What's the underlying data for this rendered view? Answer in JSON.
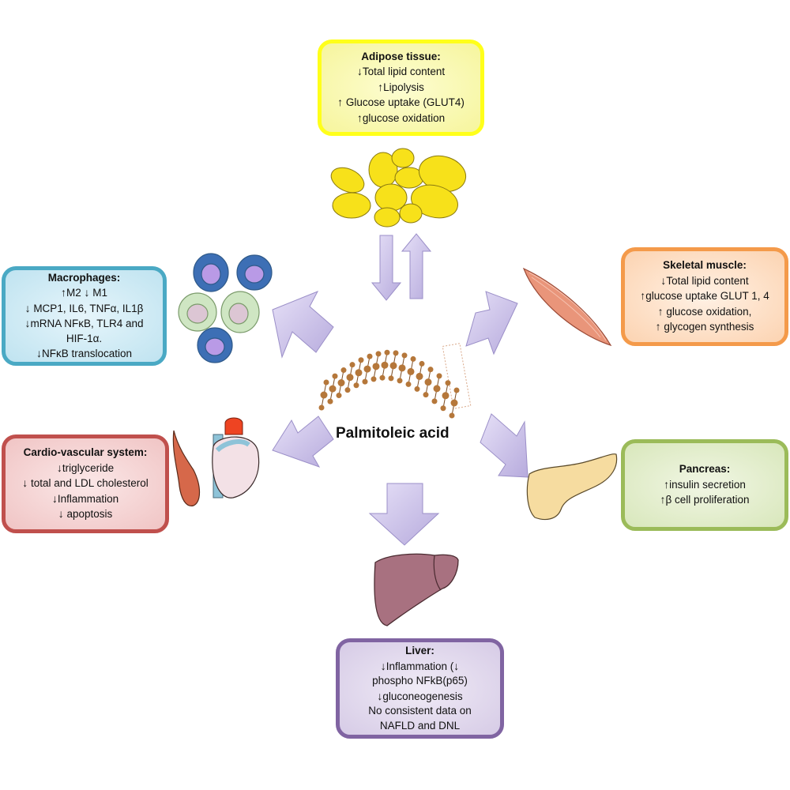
{
  "center": {
    "label": "Palmitoleic acid"
  },
  "boxes": {
    "adipose": {
      "title": "Adipose tissue:",
      "color": "#ffff1a",
      "lines": [
        {
          "arrow": "down",
          "text": "Total lipid content"
        },
        {
          "arrow": "up",
          "text": "Lipolysis"
        },
        {
          "arrow": "up",
          "text": " Glucose uptake (GLUT4)"
        },
        {
          "arrow": "up",
          "text": "glucose oxidation"
        }
      ]
    },
    "macrophages": {
      "title": "Macrophages:",
      "color": "#4aa9c4",
      "lines": [
        {
          "arrow": "up",
          "text": "M2 "
        },
        {
          "arrow": "down",
          "text": " M1"
        },
        {
          "arrow": "down",
          "text": " MCP1, IL6, TNFα, IL1β"
        },
        {
          "arrow": "down",
          "text": "mRNA NFκB, TLR4 and"
        },
        {
          "arrow": "",
          "text": "HIF-1α."
        },
        {
          "arrow": "down",
          "text": "NFκB translocation"
        }
      ]
    },
    "muscle": {
      "title": "Skeletal muscle:",
      "color": "#f49a4a",
      "lines": [
        {
          "arrow": "down",
          "text": "Total lipid content"
        },
        {
          "arrow": "up",
          "text": "glucose uptake GLUT 1, 4"
        },
        {
          "arrow": "up",
          "text": " glucose oxidation,"
        },
        {
          "arrow": "up",
          "text": " glycogen synthesis"
        }
      ]
    },
    "cardio": {
      "title": "Cardio-vascular system:",
      "color": "#c0504d",
      "lines": [
        {
          "arrow": "down",
          "text": "triglyceride"
        },
        {
          "arrow": "down",
          "text": " total and LDL cholesterol"
        },
        {
          "arrow": "down",
          "text": "Inflammation"
        },
        {
          "arrow": "down",
          "text": "  apoptosis"
        }
      ]
    },
    "pancreas": {
      "title": "Pancreas:",
      "color": "#9bbb59",
      "lines": [
        {
          "arrow": "up",
          "text": "insulin secretion"
        },
        {
          "arrow": "up",
          "text": "β cell proliferation"
        }
      ]
    },
    "liver": {
      "title": "Liver:",
      "color": "#8064a2",
      "lines": [
        {
          "arrow": "down",
          "text": "Inflammation ("
        },
        {
          "arrow": "down",
          "text": ""
        },
        {
          "arrow": "",
          "text": "phospho NFkB(p65)"
        },
        {
          "arrow": "down",
          "text": "gluconeogenesis"
        },
        {
          "arrow": "",
          "text": "No consistent data on"
        },
        {
          "arrow": "",
          "text": "NAFLD and  DNL"
        }
      ]
    }
  },
  "glyphs": {
    "up": "🡡",
    "down": "🡣",
    "up_plain": "↑",
    "down_plain": "↓"
  },
  "colors": {
    "arrow_fill": "#cfc6ec",
    "arrow_stroke": "#9b8fc8",
    "molecule": "#b5773a"
  }
}
